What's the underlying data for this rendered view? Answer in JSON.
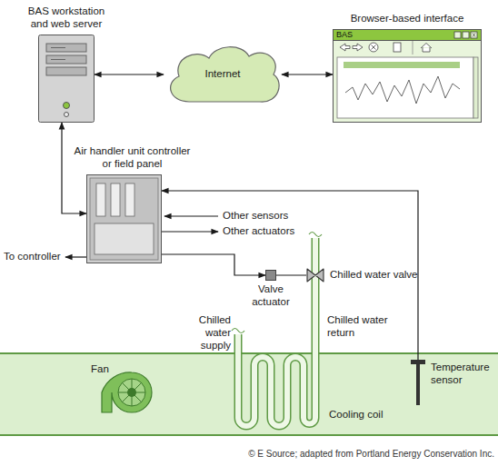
{
  "diagram": {
    "caption": "© E Source; adapted from Portland Energy Conservation Inc.",
    "nodes": [
      {
        "text": [
          "BAS workstation and web server"
        ]
      },
      {
        "text": [
          "Internet"
        ]
      },
      {
        "text": [
          "Browser-based interface",
          "BAS"
        ]
      },
      {
        "text": [
          "Air handler unit controller or field panel"
        ]
      },
      {
        "text": [
          "Valve actuator"
        ]
      },
      {
        "text": [
          "Chilled water valve"
        ]
      },
      {
        "text": [
          "Temperature sensor"
        ]
      }
    ],
    "edges": [
      {
        "from": 0,
        "to": 1,
        "arrow": "both"
      },
      {
        "from": 1,
        "to": 2,
        "arrow": "both"
      },
      {
        "from": 3,
        "to": 0,
        "arrow": "both"
      },
      {
        "from": 3,
        "to": 4,
        "arrow": "to"
      },
      {
        "from": 4,
        "to": 5,
        "arrow": "none"
      },
      {
        "from": 6,
        "to": 3,
        "arrow": "to"
      }
    ],
    "labels": [
      "Other sensors",
      "Other actuators",
      "To controller",
      "Chilled water supply",
      "Chilled water return",
      "Fan",
      "Cooling coil"
    ]
  }
}
